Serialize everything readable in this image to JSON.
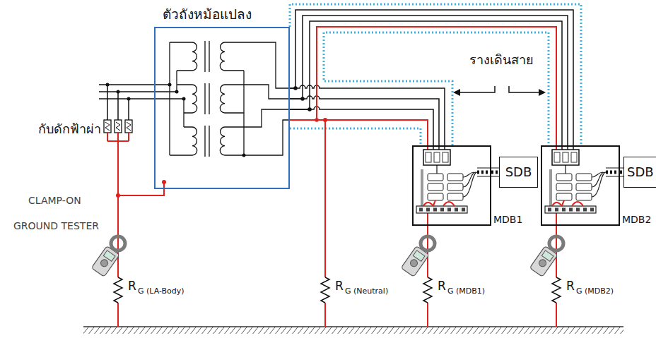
{
  "diagram": {
    "nodes": [
      {
        "text": [
          "ตัวถังหม้อแปลง"
        ]
      },
      {
        "text": [
          "MDB1"
        ]
      },
      {
        "text": [
          "SDB"
        ]
      },
      {
        "text": [
          "MDB2"
        ]
      },
      {
        "text": [
          "SDB"
        ]
      }
    ],
    "edges": [
      {
        "from": 0,
        "to": 1,
        "arrow": "none"
      },
      {
        "from": 0,
        "to": 3,
        "arrow": "none"
      },
      {
        "from": 1,
        "to": 2,
        "arrow": "none"
      },
      {
        "from": 3,
        "to": 4,
        "arrow": "none"
      }
    ],
    "labels": [
      "กับดักฟ้าผ่า",
      "รางเดินสาย",
      "CLAMP-ON",
      "GROUND TESTER",
      "R",
      "G (LA-Body)",
      "R",
      "G (Neutral)",
      "R",
      "G (MDB1)",
      "R",
      "G (MDB2)"
    ]
  }
}
